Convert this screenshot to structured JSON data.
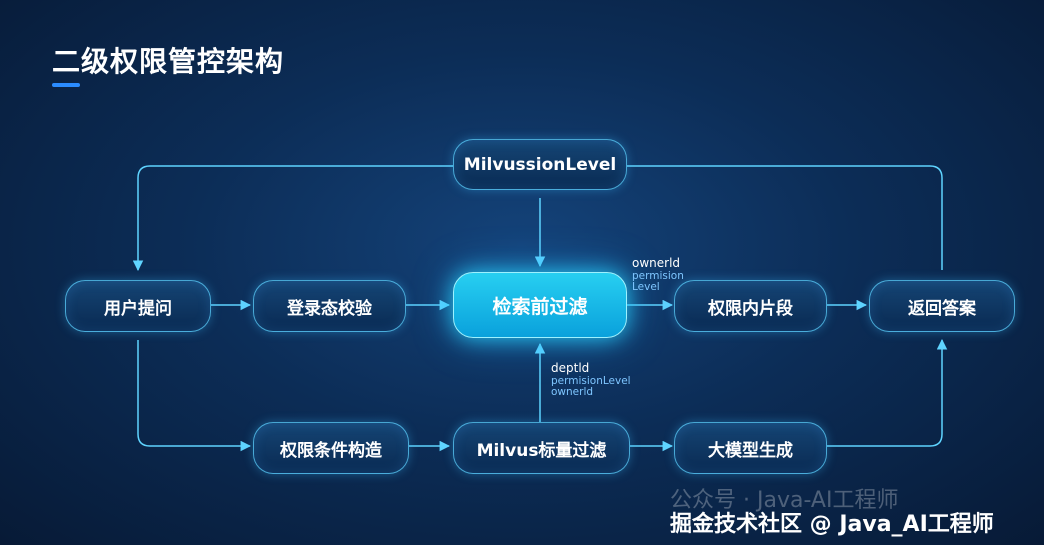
{
  "title": "二级权限管控架构",
  "nodes": {
    "milvus_level": "MilvussionLevel",
    "user_question": "用户提问",
    "login_check": "登录态校验",
    "prefilter": "检索前过滤",
    "permission_fragments": "权限内片段",
    "return_answer": "返回答案",
    "permission_condition": "权限条件构造",
    "milvus_scalar": "Milvus标量过滤",
    "llm_generate": "大模型生成"
  },
  "annotations": {
    "right_of_prefilter": [
      "ownerld",
      "permision",
      "Level"
    ],
    "below_prefilter": [
      "deptld",
      "permisionLevel",
      "ownerld"
    ]
  },
  "watermark": {
    "line1": "公众号 · Java-AI工程师",
    "line2": "掘金技术社区 @ Java_AI工程师"
  },
  "colors": {
    "background": "#0c2d57",
    "accent": "#2b8cff",
    "highlight": "#1ec0ea",
    "line": "#5fd4ff"
  }
}
